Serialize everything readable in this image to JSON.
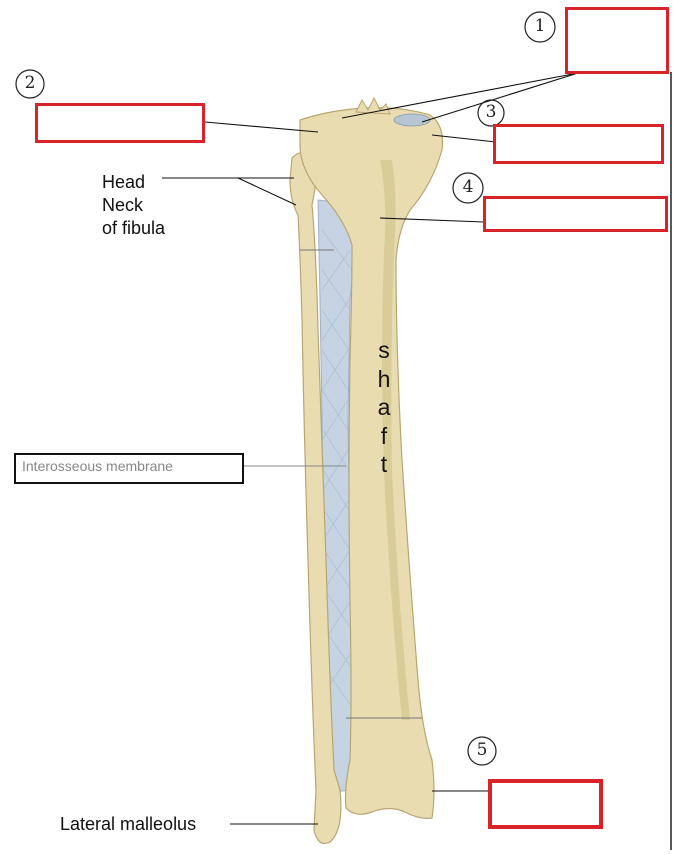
{
  "labels": {
    "head": "Head",
    "neck": "Neck",
    "of_fibula": "of fibula",
    "interosseous": "Interosseous membrane",
    "lateral_malleolus": "Lateral malleolus"
  },
  "shaft_letters": [
    "s",
    "h",
    "a",
    "f",
    "t"
  ],
  "circled_numbers": [
    "1",
    "2",
    "3",
    "4",
    "5"
  ],
  "colors": {
    "bone": "#e8dcb0",
    "bone_shadow": "#c9b77e",
    "membrane": "#c5d3e3",
    "answer_box_border": "#d8232a",
    "leader_line": "#111111"
  }
}
